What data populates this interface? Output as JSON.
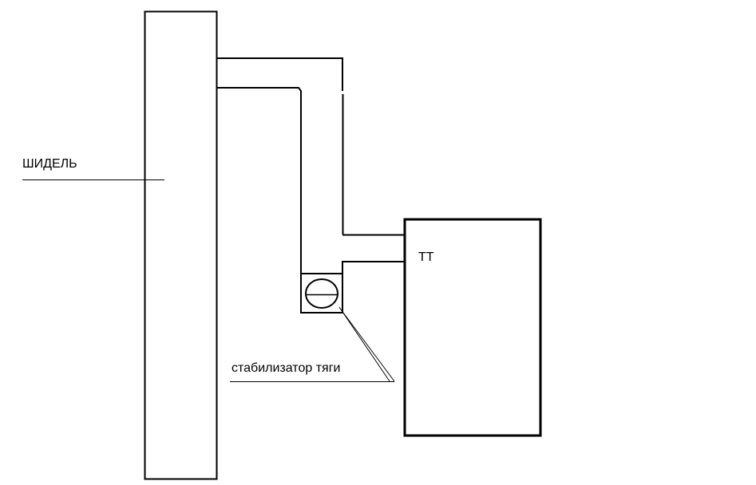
{
  "labels": {
    "chimney": "ШИДЕЛЬ",
    "boiler": "ТТ",
    "stabilizer": "стабилизатор  тяги"
  },
  "colors": {
    "line": "#000000",
    "background": "#ffffff"
  }
}
